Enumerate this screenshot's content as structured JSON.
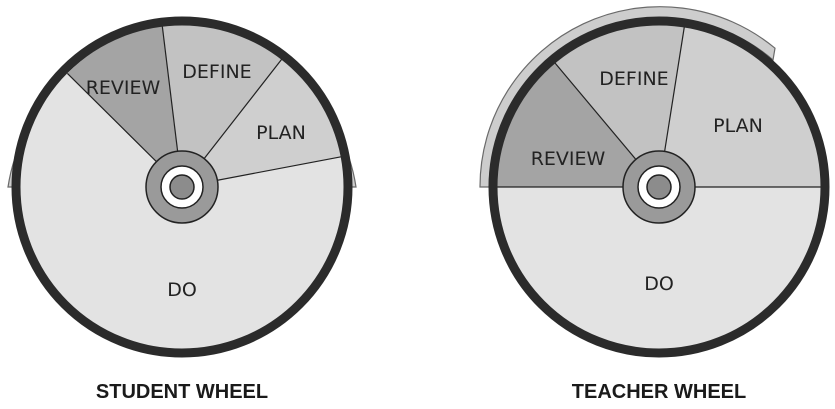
{
  "colors": {
    "band": "#cdcdcd",
    "band_edge": "#6a6a6a",
    "rim": "#2b2b2b",
    "do_fill": "#e3e3e3",
    "plan_fill": "#cfcfcf",
    "define_fill": "#c2c2c2",
    "review_fill": "#a4a4a4",
    "spoke": "#222222",
    "hub_outer": "#9a9a9a",
    "hub_ring": "#ffffff",
    "hub_center": "#8c8c8c"
  },
  "wheels": [
    {
      "title": "STUDENT WHEEL",
      "segments": [
        {
          "label": "DO"
        },
        {
          "label": "PLAN"
        },
        {
          "label": "DEFINE"
        },
        {
          "label": "REVIEW"
        }
      ]
    },
    {
      "title": "TEACHER WHEEL",
      "segments": [
        {
          "label": "DO"
        },
        {
          "label": "PLAN"
        },
        {
          "label": "DEFINE"
        },
        {
          "label": "REVIEW"
        }
      ]
    }
  ]
}
